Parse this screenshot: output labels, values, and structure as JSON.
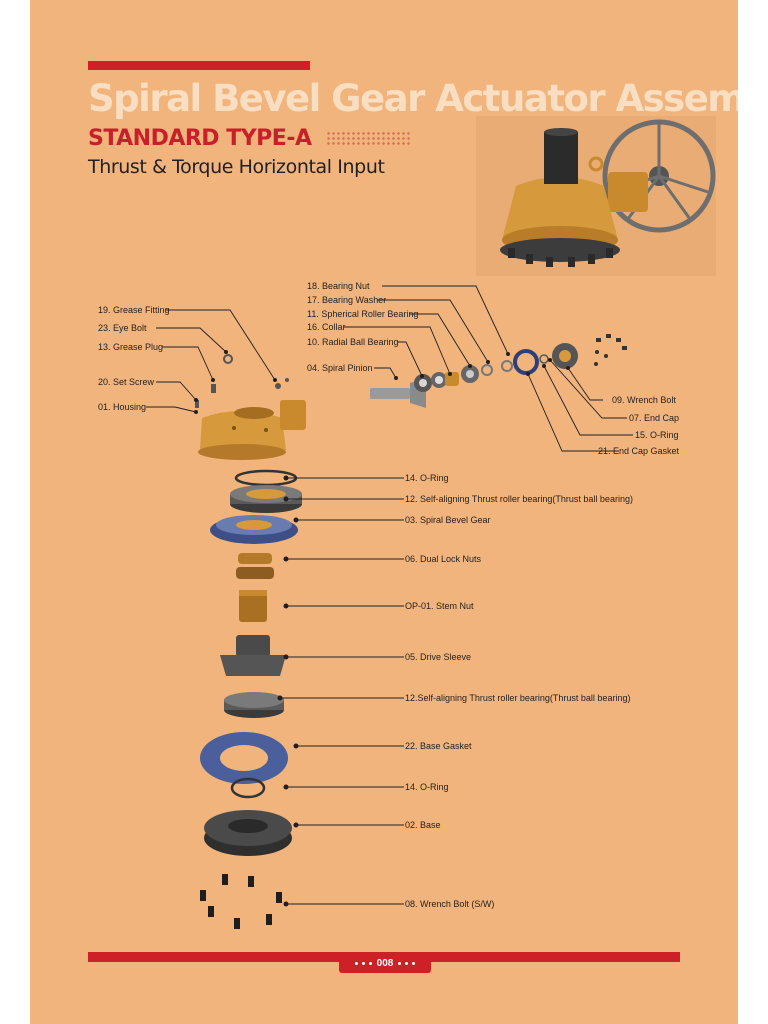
{
  "header": {
    "title": "Spiral Bevel Gear Actuator Assembly",
    "subtitle": "STANDARD TYPE-A",
    "subtitle2": "Thrust & Torque Horizontal Input"
  },
  "callouts": {
    "c18": "18. Bearing Nut",
    "c17": "17. Bearing Washer",
    "c11": "11. Spherical Roller Bearing",
    "c16": "16. Collar",
    "c10": "10. Radial Ball Bearing",
    "c04": "04. Spiral Pinion",
    "c19": "19. Grease Fitting",
    "c23": "23. Eye Bolt",
    "c13": "13. Grease Plug",
    "c20": "20. Set Screw",
    "c01": "01. Housing",
    "c09": "09. Wrench Bolt",
    "c07": "07. End Cap",
    "c15": "15. O-Ring",
    "c21": "21. End Cap Gasket",
    "c14a": "14. O-Ring",
    "c12a": "12. Self-aligning Thrust roller bearing(Thrust ball bearing)",
    "c03": "03. Spiral Bevel Gear",
    "c06": "06. Dual Lock Nuts",
    "cop01": "OP-01. Stem Nut",
    "c05": "05. Drive Sleeve",
    "c12b": "12.Self-aligning Thrust roller bearing(Thrust ball bearing)",
    "c22": "22. Base Gasket",
    "c14b": "14. O-Ring",
    "c02": "02. Base",
    "c08": "08. Wrench Bolt (S/W)"
  },
  "footer": {
    "page": "008"
  },
  "colors": {
    "accent": "#cd2027",
    "background": "#f0b47c",
    "brass": "#d69a3c",
    "gasket": "#5a6ea8"
  }
}
